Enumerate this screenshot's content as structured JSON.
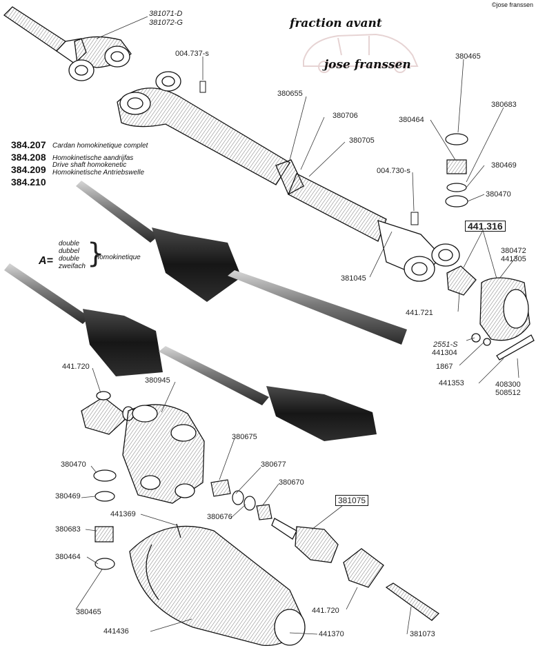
{
  "copyright": "©jose franssen",
  "brand": {
    "line1": "fraction avant",
    "line2": "jose franssen"
  },
  "part_numbers": [
    {
      "code": "384.207",
      "desc": "Cardan homokinetique complet"
    },
    {
      "code": "384.208",
      "desc": "Homokinetische aandrijfas"
    },
    {
      "code": "384.209",
      "desc": "Drive shaft homokenetic"
    },
    {
      "code": "",
      "desc": "Homokinetische Antriebswelle"
    },
    {
      "code": "384.210",
      "desc": ""
    }
  ],
  "legend_a": {
    "prefix": "A=",
    "variants": [
      "double",
      "dubbel",
      "double",
      "zweifach"
    ],
    "suffix": "Homokinetique"
  },
  "callouts": {
    "c381071": "381071-D",
    "c381072": "381072-G",
    "c004737": "004.737-s",
    "c380465a": "380465",
    "c380655": "380655",
    "c380706": "380706",
    "c380705": "380705",
    "c380683a": "380683",
    "c380464a": "380464",
    "c380469a": "380469",
    "c004730": "004.730-s",
    "c380470a": "380470",
    "c441316": "441.316",
    "c380472": "380472",
    "c441305": "441305",
    "c381045": "381045",
    "c441721": "441.721",
    "c2551": "2551-S",
    "c441304": "441304",
    "c1867": "1867",
    "c441353": "441353",
    "c408300": "408300",
    "c508512": "508512",
    "c441720a": "441.720",
    "c380945": "380945",
    "c380675": "380675",
    "c380470b": "380470",
    "c380677": "380677",
    "c380469b": "380469",
    "c380670": "380670",
    "c441369": "441369",
    "c380676": "380676",
    "c381075": "381075",
    "c380683b": "380683",
    "c380464b": "380464",
    "c380465b": "380465",
    "c441720b": "441.720",
    "c441436": "441436",
    "c441370": "441370",
    "c381073": "381073"
  }
}
